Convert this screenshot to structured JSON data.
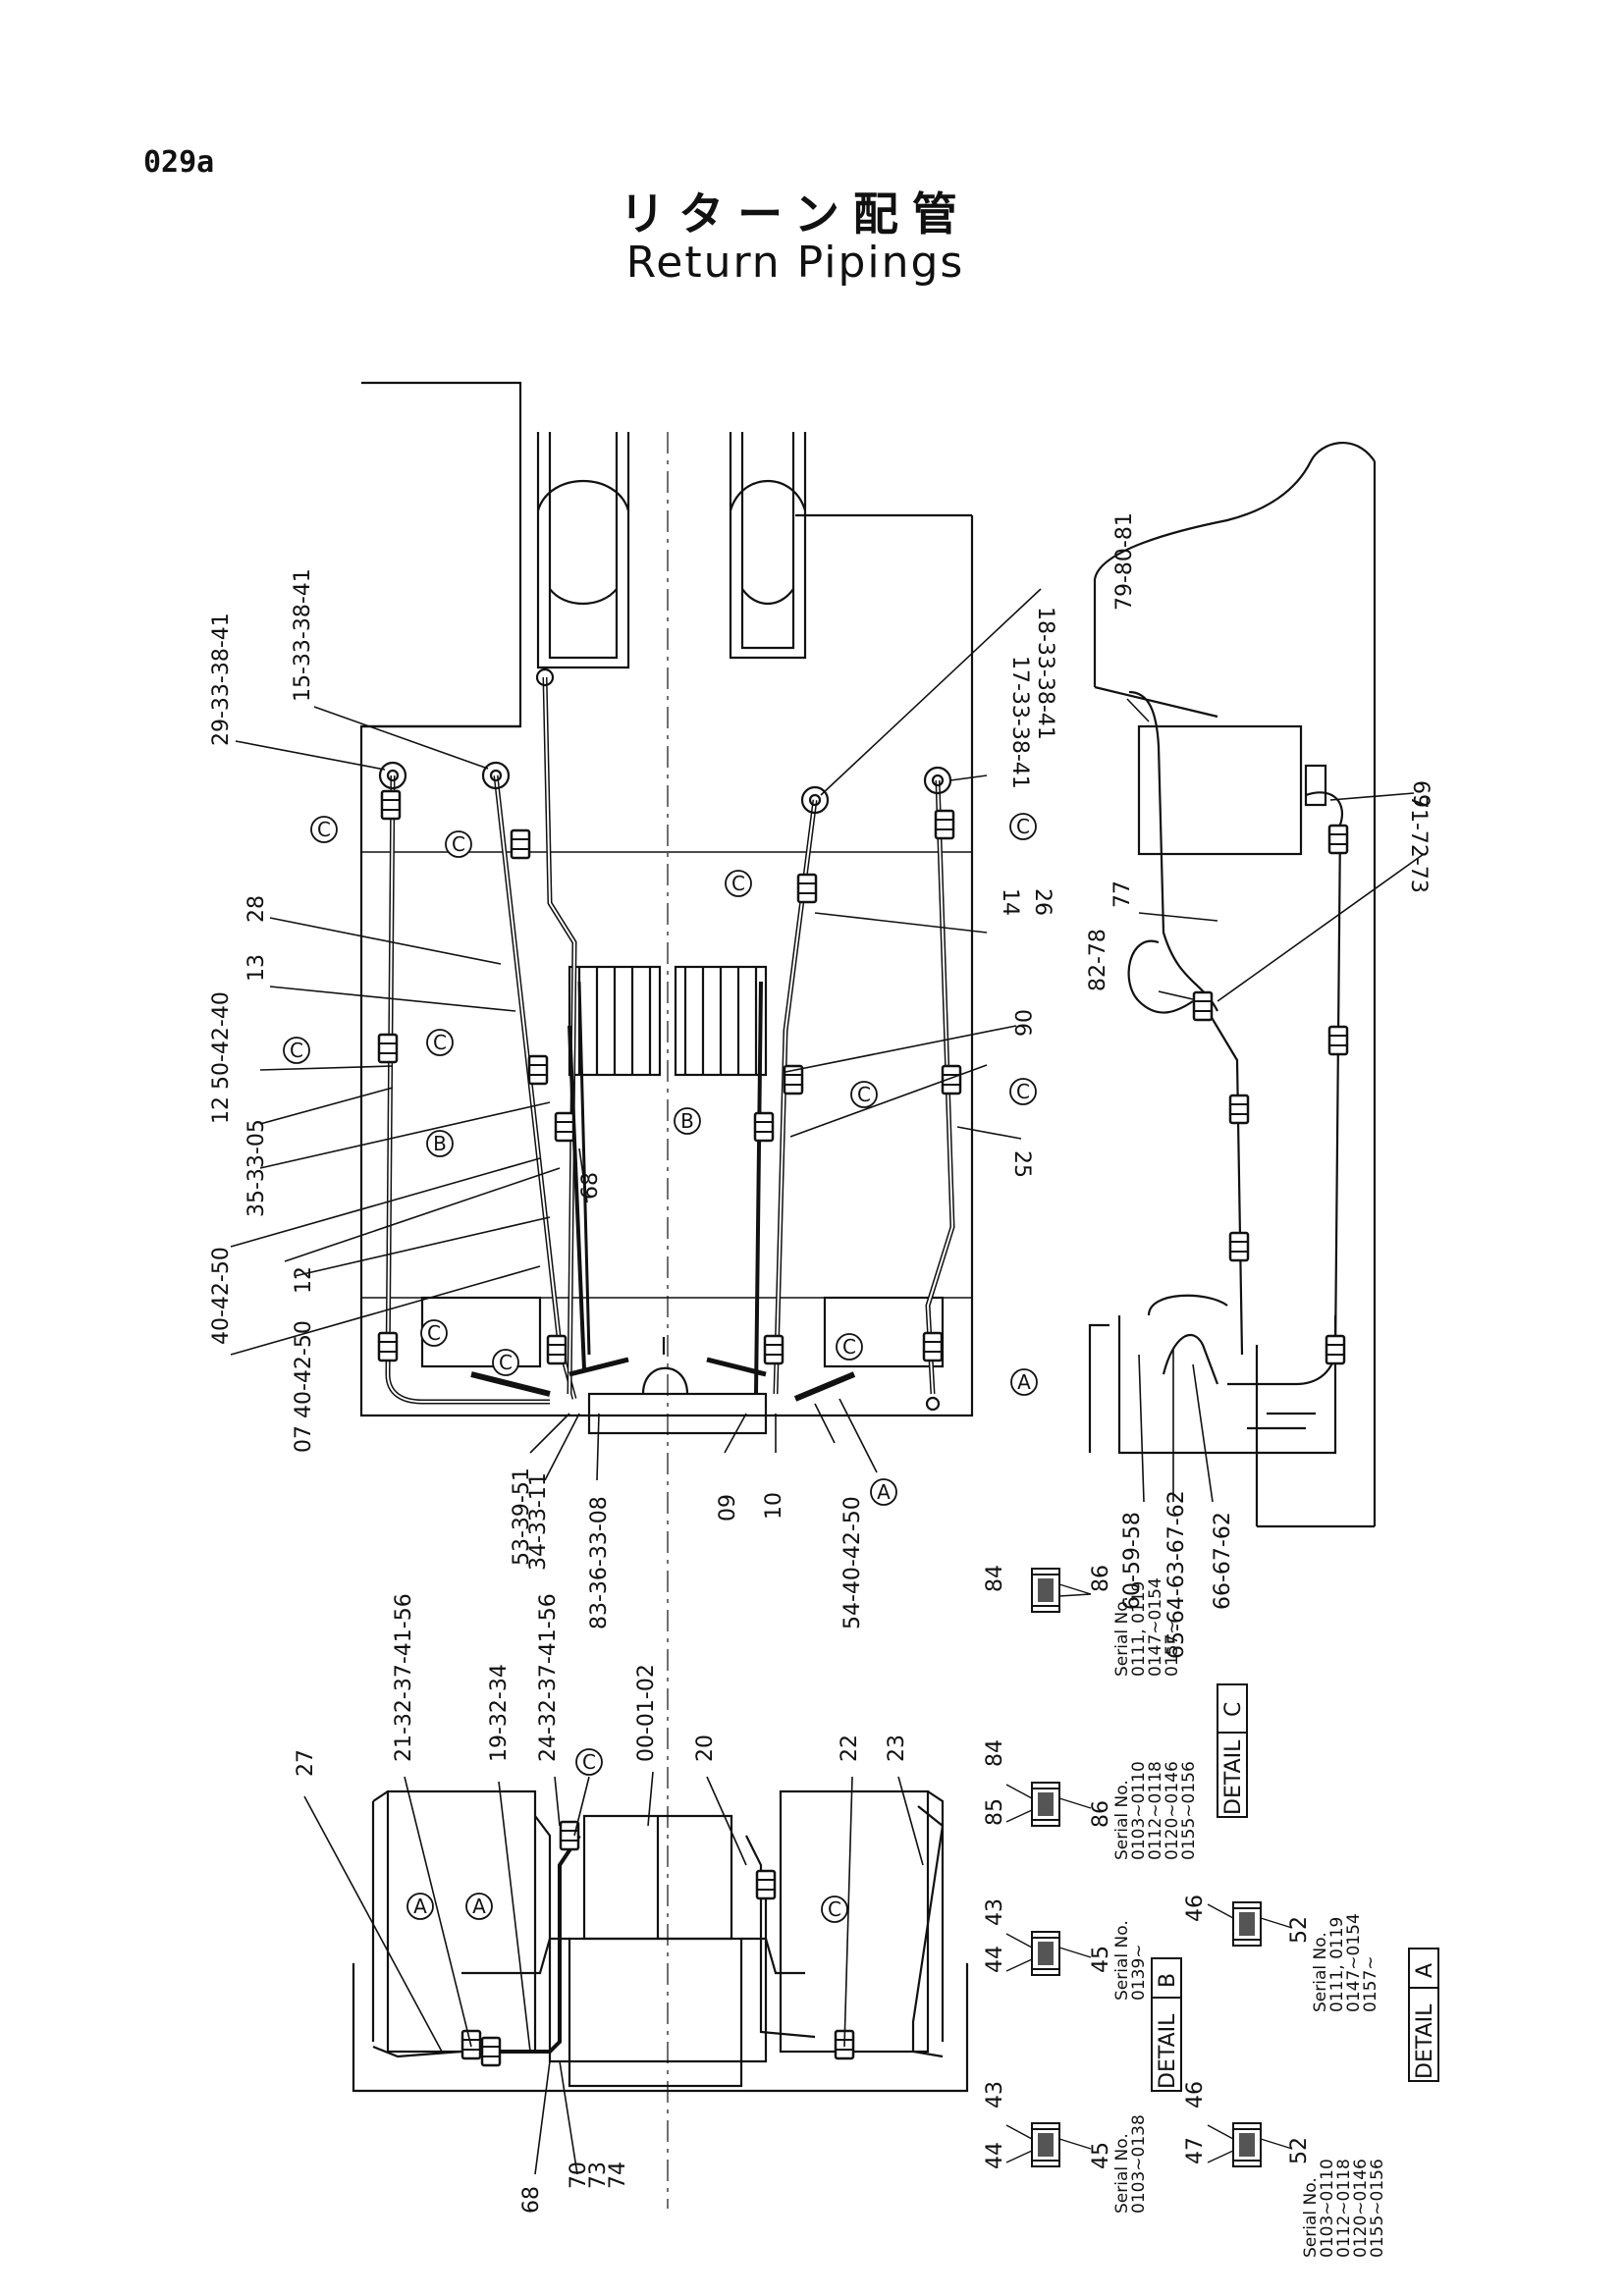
{
  "page": {
    "code": "029a",
    "title_jp": "リターン配管",
    "title_en": "Return Pipings"
  },
  "callouts": {
    "c29_33_38_41": "29-33-38-41",
    "c15_33_38_41": "15-33-38-41",
    "c18_33_38_41": "18-33-38-41",
    "c17_33_38_41": "17-33-38-41",
    "c79_80_81": "79-80-81",
    "c69": "69",
    "c77": "77",
    "c71_72_73": "71-72-73",
    "c82_78": "82-78",
    "c28": "28",
    "c13": "13",
    "c12_50_42_40": "12 50-42-40",
    "c35_33_05": "35-33-05",
    "c40_42_50_a": "40-42-50",
    "c12": "12",
    "c40_42_50_b": "07 40-42-50",
    "c68": "68",
    "c14": "14",
    "c26": "26",
    "c06": "06",
    "c25": "25",
    "c09": "09",
    "c10": "10",
    "c53_39_51": "53-39-51",
    "c34_33_11": "34-33-11",
    "c83_36_33_08": "83-36-33-08",
    "c54_40_42_50": "54-40-42-50",
    "c60_59_58": "60-59-58",
    "c65_64_63_67_62": "65-64-63-67-62",
    "c66_67_62": "66-67-62",
    "c27": "27",
    "c21_32_37_41_56": "21-32-37-41-56",
    "c19_32_34": "19-32-34",
    "c24_32_37_41_56": "24-32-37-41-56",
    "c00_01_02": "00-01-02",
    "c20": "20",
    "c22": "22",
    "c23": "23",
    "c68b": "68",
    "c70_73_74": "70",
    "c73": "73",
    "c74": "74"
  },
  "markers": {
    "A": "A",
    "B": "B",
    "C": "C"
  },
  "details": {
    "detail_c": {
      "title": "DETAIL",
      "letter": "C",
      "groups": [
        {
          "parts": [
            "84",
            "86"
          ],
          "serial_label": "Serial No.",
          "serials": [
            "0111, 0119",
            "0147~0154",
            "0157~"
          ]
        },
        {
          "parts": [
            "84",
            "85",
            "86"
          ],
          "serial_label": "Serial No.",
          "serials": [
            "0103~0110",
            "0112~0118",
            "0120~0146",
            "0155~0156"
          ]
        }
      ]
    },
    "detail_b": {
      "title": "DETAIL",
      "letter": "B",
      "groups": [
        {
          "parts": [
            "43",
            "44",
            "45"
          ],
          "serial_label": "Serial No.",
          "serials": [
            "0139~"
          ]
        },
        {
          "parts": [
            "43",
            "44",
            "45"
          ],
          "serial_label": "Serial No.",
          "serials": [
            "0103~0138"
          ]
        }
      ]
    },
    "detail_a": {
      "title": "DETAIL",
      "letter": "A",
      "groups": [
        {
          "parts": [
            "46",
            "52"
          ],
          "serial_label": "Serial No.",
          "serials": [
            "0111, 0119",
            "0147~0154",
            "0157~"
          ]
        },
        {
          "parts": [
            "46",
            "47",
            "52"
          ],
          "serial_label": "Serial No.",
          "serials": [
            "0103~0110",
            "0112~0118",
            "0120~0146",
            "0155~0156"
          ]
        }
      ]
    }
  }
}
